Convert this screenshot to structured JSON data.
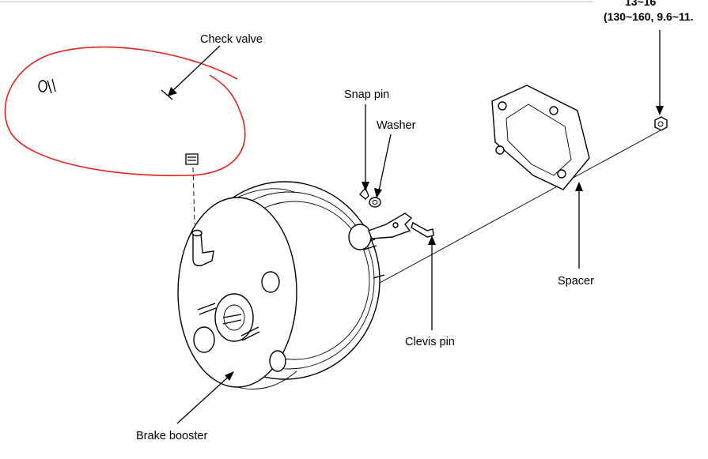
{
  "labels": {
    "check_valve": "Check valve",
    "snap_pin": "Snap pin",
    "washer": "Washer",
    "spacer": "Spacer",
    "clevis_pin": "Clevis pin",
    "brake_booster": "Brake booster"
  },
  "torque_spec": {
    "line1": "13~16",
    "line2": "(130~160, 9.6~11."
  },
  "colors": {
    "highlight": "#e0221c",
    "ink": "#000000"
  }
}
